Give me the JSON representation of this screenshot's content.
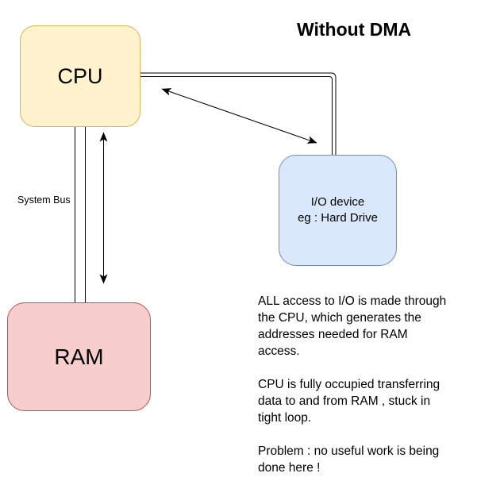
{
  "title": "Without DMA",
  "boxes": {
    "cpu": {
      "label": "CPU",
      "fill": "#fff2cc",
      "border": "#d6b656"
    },
    "ram": {
      "label": "RAM",
      "fill": "#f8cecc",
      "border": "#b85450"
    },
    "io": {
      "label": "I/O device\neg : Hard Drive",
      "fill": "#dae8fc",
      "border": "#6c8ebf"
    }
  },
  "labels": {
    "system_bus": "System Bus"
  },
  "notes": {
    "para1": "ALL access to I/O is made through\nthe CPU, which generates the\naddresses needed for RAM\naccess.",
    "para2": "CPU is fully occupied transferring\ndata to and from RAM , stuck in\ntight loop.",
    "para3": "Problem : no useful work is being\ndone here !"
  },
  "connector_color": "#000000"
}
